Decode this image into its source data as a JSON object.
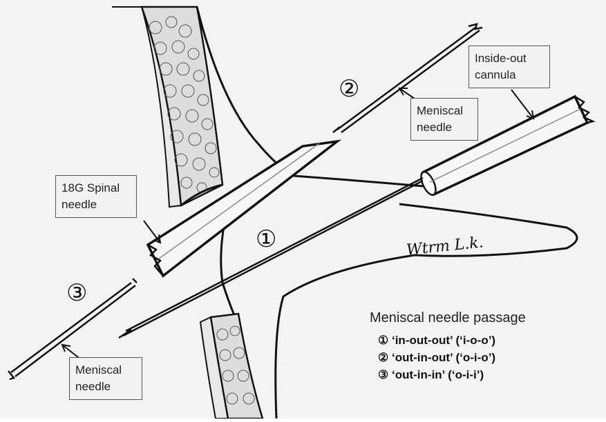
{
  "labels": {
    "inside_out_cannula": [
      "Inside-out",
      "cannula"
    ],
    "meniscal_needle_top": [
      "Meniscal",
      "needle"
    ],
    "spinal_needle": [
      "18G Spinal",
      "needle"
    ],
    "meniscal_needle_bottom": [
      "Meniscal",
      "needle"
    ]
  },
  "markers": {
    "one": "①",
    "two": "②",
    "three": "③"
  },
  "signature": "Wtrm L.k.",
  "legend": {
    "title": "Meniscal needle passage",
    "items": [
      {
        "marker": "①",
        "text": "‘in-out-out’ (‘i-o-o’)"
      },
      {
        "marker": "②",
        "text": "‘out-in-out’ (‘o-i-o’)"
      },
      {
        "marker": "③",
        "text": "‘out-in-in’ (‘o-i-i’)"
      }
    ]
  },
  "colors": {
    "background": "#f3f3f3",
    "ink": "#111111",
    "box_fill": "#f2f2f2"
  }
}
